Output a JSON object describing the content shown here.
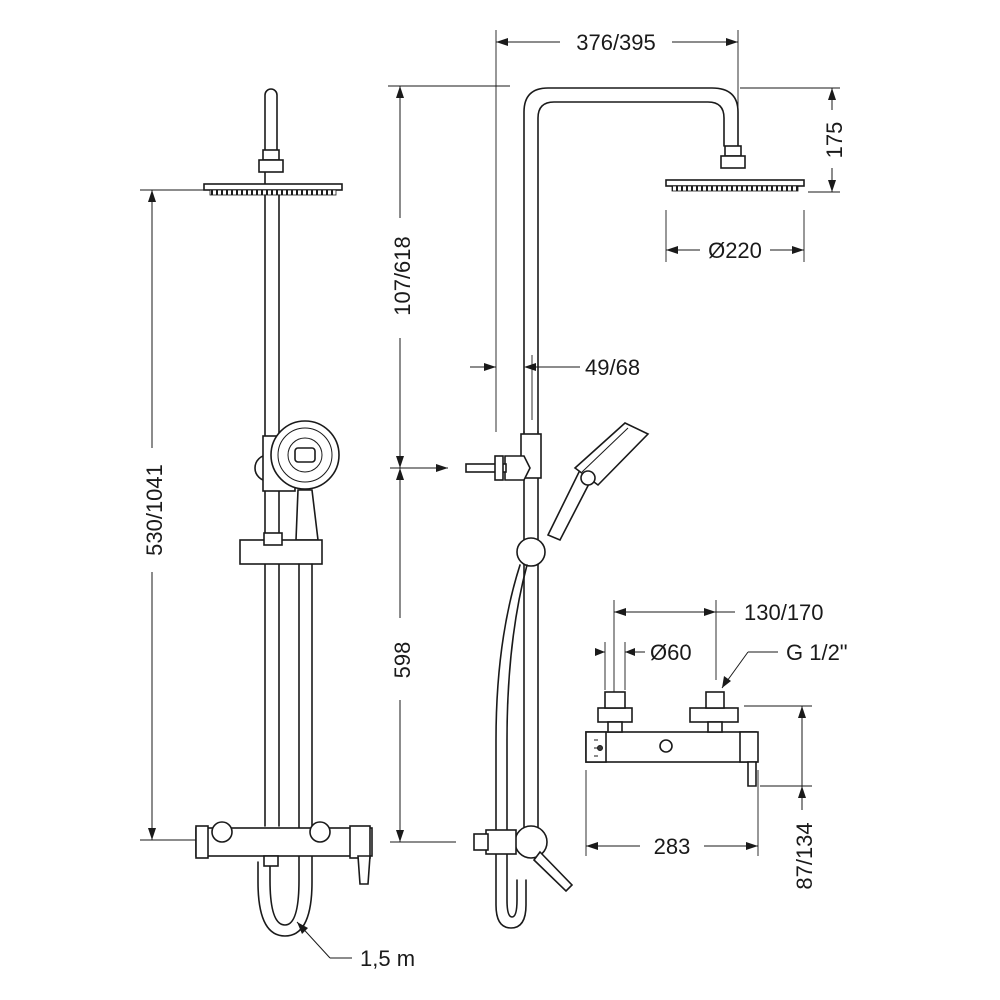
{
  "dimensions": {
    "total_height": "530/1041",
    "arm_height": "107/618",
    "bar_length": "598",
    "arm_reach": "376/395",
    "head_drop": "175",
    "head_diameter": "Ø220",
    "wall_offset": "49/68",
    "hose_length": "1,5 m",
    "inlet_spacing": "130/170",
    "connector_diameter": "Ø60",
    "thread_size": "G 1/2\"",
    "valve_width": "283",
    "valve_depth": "87/134"
  }
}
